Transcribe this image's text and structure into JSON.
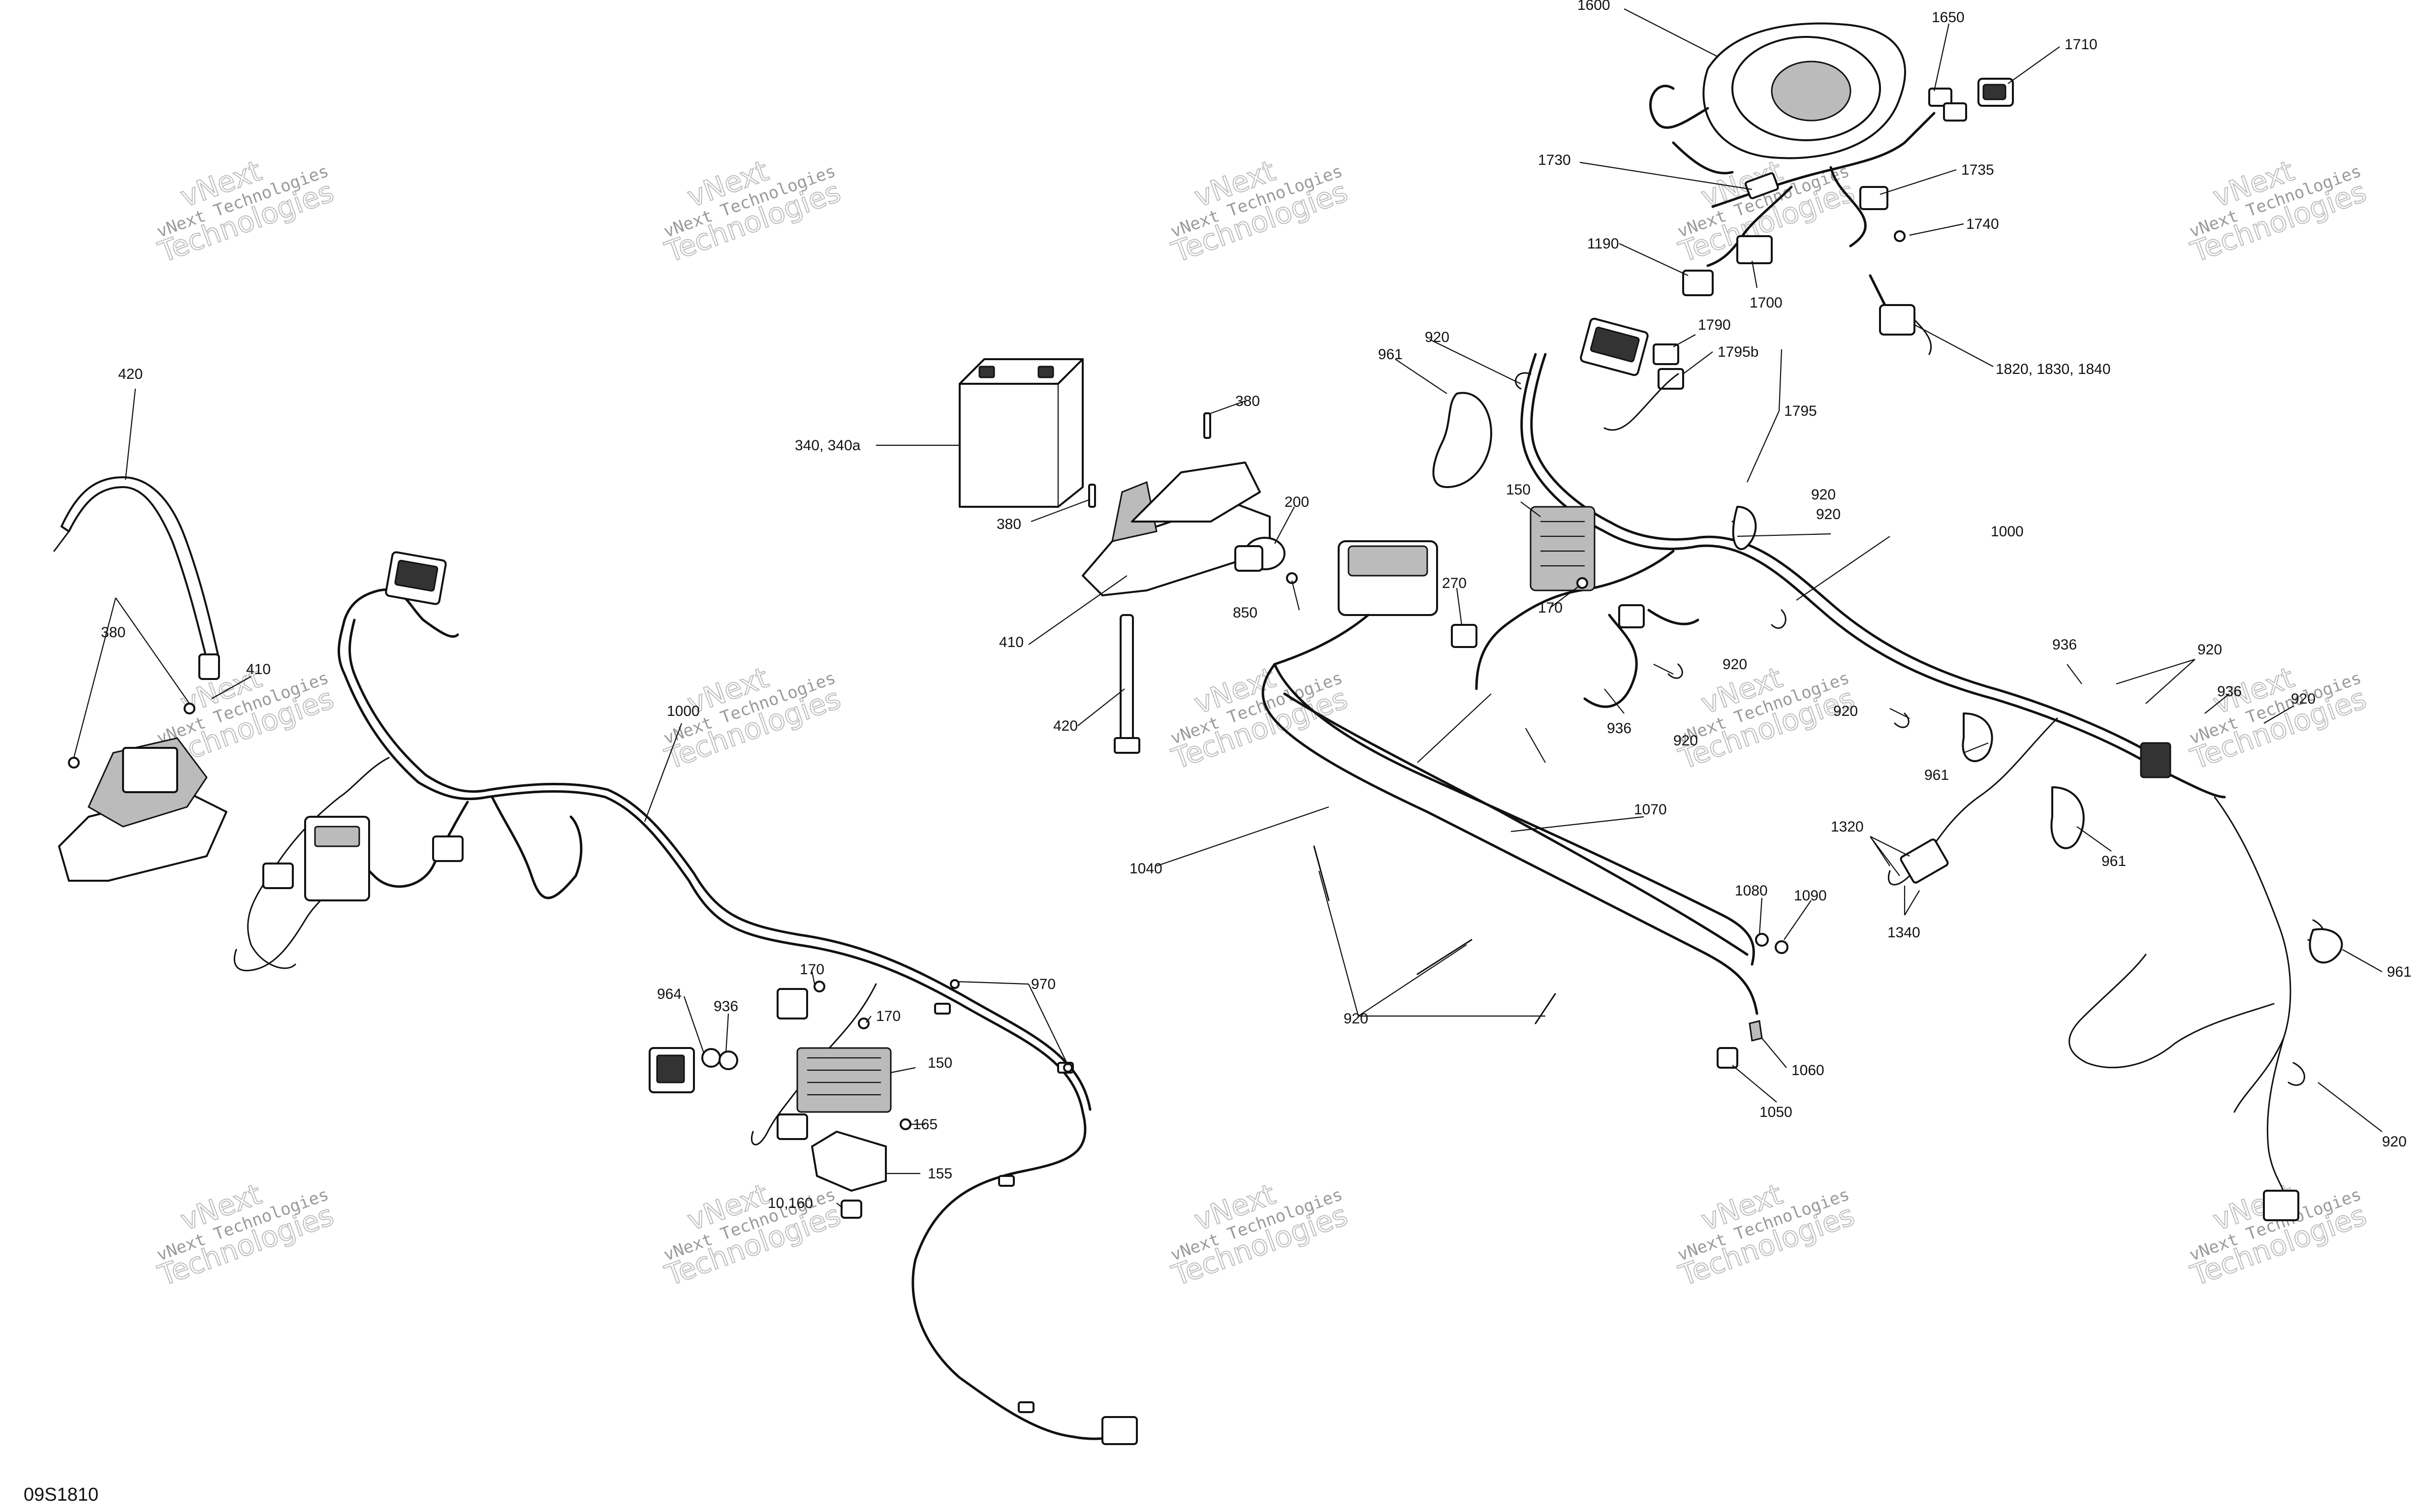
{
  "diagram_code": "09S1810",
  "watermark": {
    "line1": "vNext",
    "line2": "vNext Technologies",
    "line3": "Technologies"
  },
  "callouts": {
    "c1600": "1600",
    "c1650": "1650",
    "c1710": "1710",
    "c1730": "1730",
    "c1735": "1735",
    "c1740": "1740",
    "c1190": "1190",
    "c1700": "1700",
    "c1820": "1820, 1830, 1840",
    "c920_top": "920",
    "c1790": "1790",
    "c1795b": "1795b",
    "c961_top": "961",
    "c1795": "1795",
    "c380_a": "380",
    "c340": "340, 340a",
    "c380_b": "380",
    "c200": "200",
    "c850": "850",
    "c410_mid": "410",
    "c420_mid": "420",
    "c150_top": "150",
    "c270": "270",
    "c170_mid": "170",
    "c920_r1": "920",
    "c1000_right": "1000",
    "c920_r2": "920",
    "c936_mid": "936",
    "c920_r3": "920",
    "c920_r4": "920",
    "c936_r1": "936",
    "c920_r5": "920",
    "c936_r2": "936",
    "c920_r6": "920",
    "c961_r1": "961",
    "c961_r2": "961",
    "c961_r3": "961",
    "c920_r7": "920",
    "c920_r8": "920",
    "c1320": "1320",
    "c1340": "1340",
    "c420_left": "420",
    "c380_left": "380",
    "c410_left": "410",
    "c1000_left": "1000",
    "c964": "964",
    "c936_left": "936",
    "c170_a": "170",
    "c170_b": "170",
    "c970": "970",
    "c150_left": "150",
    "c165": "165",
    "c155": "155",
    "c10160": "10,160",
    "c1040": "1040",
    "c1070": "1070",
    "c1080": "1080",
    "c1090": "1090",
    "c920_bottom": "920",
    "c1060": "1060",
    "c1050": "1050"
  }
}
